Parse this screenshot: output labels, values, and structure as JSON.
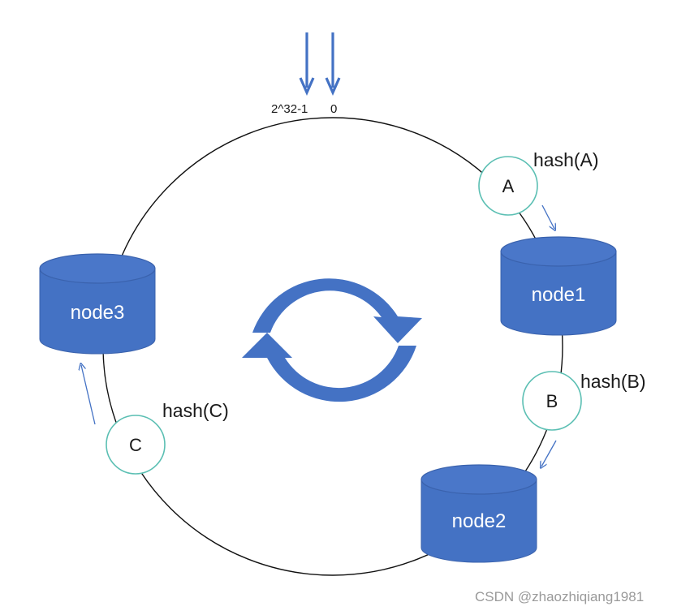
{
  "ring": {
    "start_label": "2^32-1",
    "end_label": "0"
  },
  "nodes": [
    {
      "id": "node1",
      "label": "node1"
    },
    {
      "id": "node2",
      "label": "node2"
    },
    {
      "id": "node3",
      "label": "node3"
    }
  ],
  "keys": [
    {
      "id": "A",
      "label": "A",
      "hash_label": "hash(A)"
    },
    {
      "id": "B",
      "label": "B",
      "hash_label": "hash(B)"
    },
    {
      "id": "C",
      "label": "C",
      "hash_label": "hash(C)"
    }
  ],
  "watermark": "CSDN @zhaozhiqiang1981",
  "colors": {
    "node_fill": "#4472c4",
    "node_top": "#4a77c9",
    "node_edge": "#3a62ad",
    "key_border": "#5bbfb3",
    "arrow": "#4472c4",
    "ring": "#111111"
  }
}
